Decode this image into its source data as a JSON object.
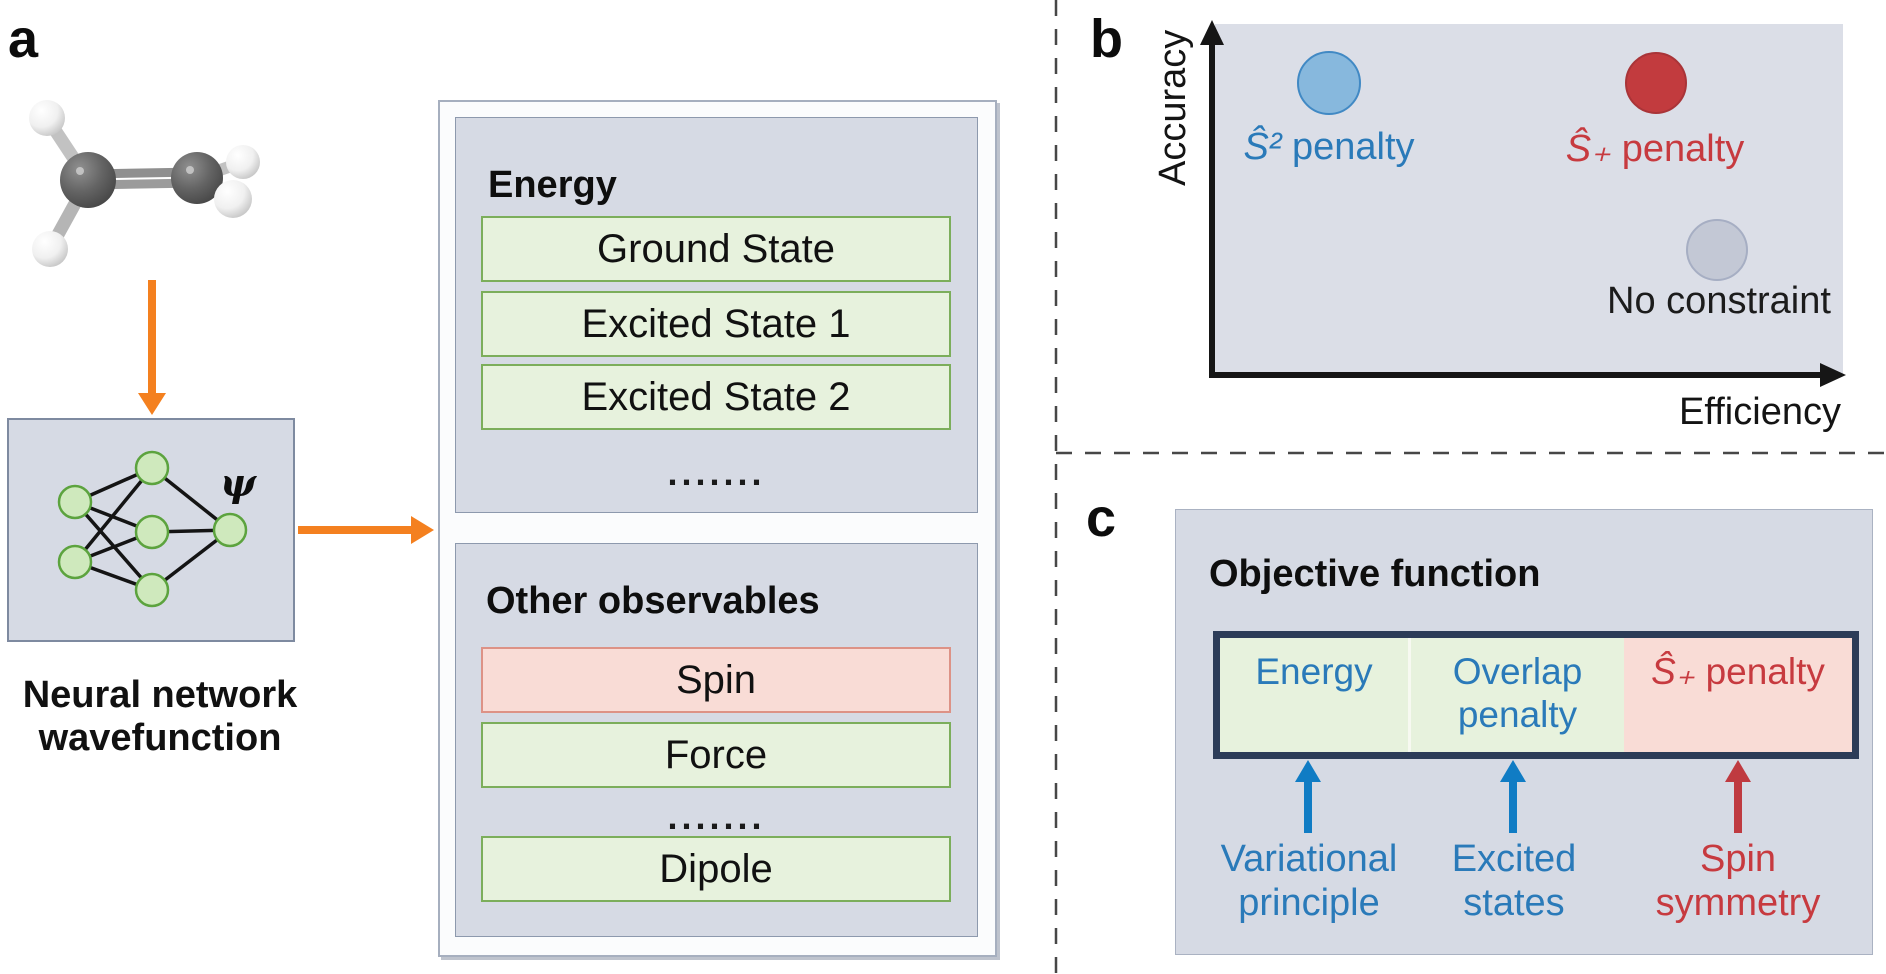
{
  "colors": {
    "panel_gray": "#d6dae4",
    "plot_gray": "#dbdee7",
    "green_box_fill": "#e7f2dd",
    "green_box_border": "#7cae5b",
    "pink_box_fill": "#f9dcd6",
    "pink_box_border": "#dd9286",
    "accent_orange": "#f4801f",
    "accent_blue": "#2a7ab9",
    "accent_red": "#c73a3f",
    "bar_border_navy": "#2c3c58",
    "node_green": "#cfe9bd"
  },
  "figure": {
    "panel_a": {
      "label": "a",
      "psi": "ψ",
      "caption_line1": "Neural network",
      "caption_line2": "wavefunction",
      "energy": {
        "title": "Energy",
        "items": [
          "Ground State",
          "Excited State 1",
          "Excited State 2"
        ],
        "ellipsis": "......."
      },
      "observables": {
        "title": "Other observables",
        "items": [
          "Spin",
          "Force",
          "Dipole"
        ],
        "ellipsis": "......."
      }
    },
    "panel_b": {
      "label": "b",
      "y_axis": "Accuracy",
      "x_axis": "Efficiency",
      "points": [
        {
          "id": "s2-penalty",
          "symbol": "Ŝ²",
          "label": " penalty",
          "color": "#87b8dd",
          "accuracy": "high",
          "efficiency": "low"
        },
        {
          "id": "s-plus-penalty",
          "symbol": "Ŝ₊",
          "label": " penalty",
          "color": "#c23b3e",
          "accuracy": "high",
          "efficiency": "high"
        },
        {
          "id": "no-constraint",
          "label": "No constraint",
          "color": "#c3c8d5",
          "accuracy": "low",
          "efficiency": "high"
        }
      ]
    },
    "panel_c": {
      "label": "c",
      "title": "Objective function",
      "segments": [
        {
          "label": "Energy"
        },
        {
          "line1": "Overlap",
          "line2": "penalty"
        },
        {
          "symbol": "Ŝ₊",
          "label": " penalty"
        }
      ],
      "annotations": [
        {
          "line1": "Variational",
          "line2": "principle"
        },
        {
          "line1": "Excited",
          "line2": "states"
        },
        {
          "line1": "Spin",
          "line2": "symmetry"
        }
      ]
    }
  }
}
